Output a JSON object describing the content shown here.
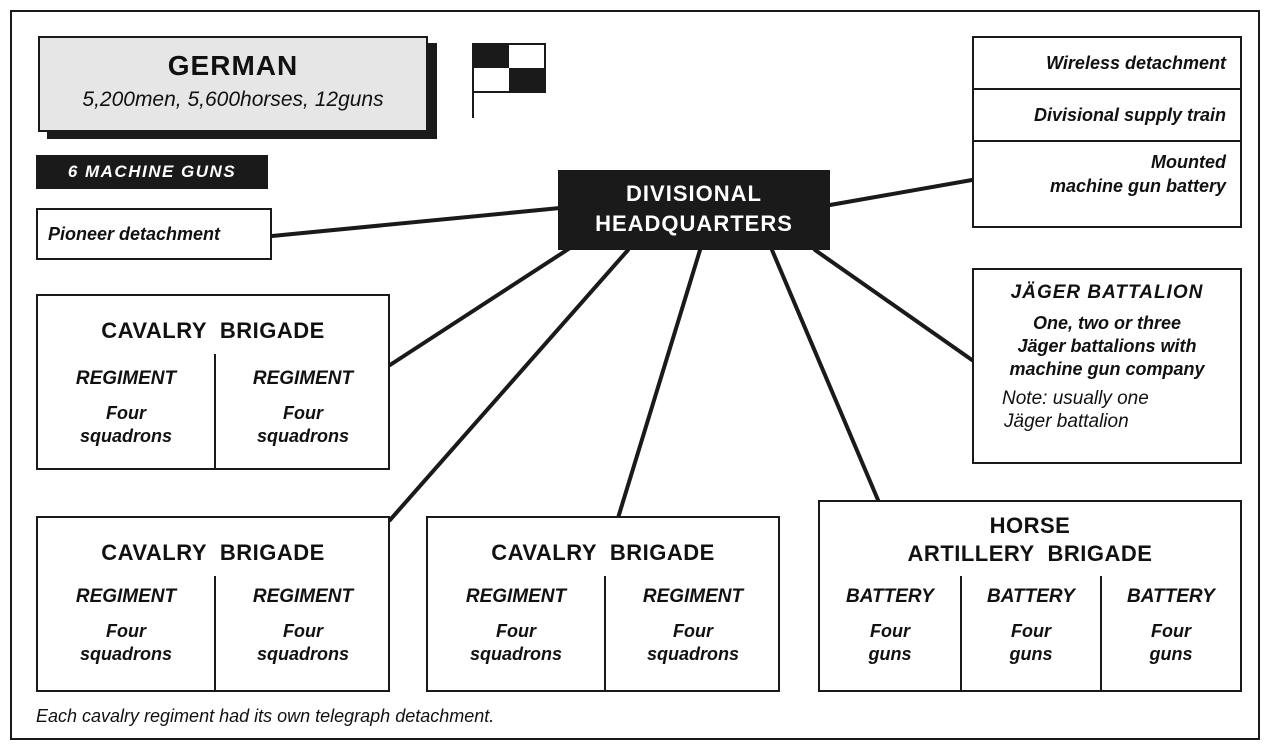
{
  "header": {
    "title": "GERMAN",
    "subtitle": "5,200men, 5,600horses, 12guns"
  },
  "machine_guns": "6 MACHINE GUNS",
  "pioneer": "Pioneer detachment",
  "hq": {
    "line1": "DIVISIONAL",
    "line2": "HEADQUARTERS"
  },
  "attached": {
    "wireless": "Wireless detachment",
    "supply": "Divisional supply train",
    "mg_battery_l1": "Mounted",
    "mg_battery_l2": "machine gun battery"
  },
  "jager": {
    "title": "JÄGER BATTALION",
    "line1": "One, two or three",
    "line2": "Jäger battalions with",
    "line3": "machine gun company",
    "note1": "Note: usually one",
    "note2": "Jäger battalion"
  },
  "brigades": [
    {
      "title": "CAVALRY  BRIGADE",
      "units": [
        {
          "label": "REGIMENT",
          "l1": "Four",
          "l2": "squadrons"
        },
        {
          "label": "REGIMENT",
          "l1": "Four",
          "l2": "squadrons"
        }
      ]
    },
    {
      "title": "CAVALRY  BRIGADE",
      "units": [
        {
          "label": "REGIMENT",
          "l1": "Four",
          "l2": "squadrons"
        },
        {
          "label": "REGIMENT",
          "l1": "Four",
          "l2": "squadrons"
        }
      ]
    },
    {
      "title": "CAVALRY  BRIGADE",
      "units": [
        {
          "label": "REGIMENT",
          "l1": "Four",
          "l2": "squadrons"
        },
        {
          "label": "REGIMENT",
          "l1": "Four",
          "l2": "squadrons"
        }
      ]
    }
  ],
  "artillery": {
    "title_l1": "HORSE",
    "title_l2": "ARTILLERY  BRIGADE",
    "units": [
      {
        "label": "BATTERY",
        "l1": "Four",
        "l2": "guns"
      },
      {
        "label": "BATTERY",
        "l1": "Four",
        "l2": "guns"
      },
      {
        "label": "BATTERY",
        "l1": "Four",
        "l2": "guns"
      }
    ]
  },
  "footnote": "Each cavalry regiment had its own telegraph detachment."
}
